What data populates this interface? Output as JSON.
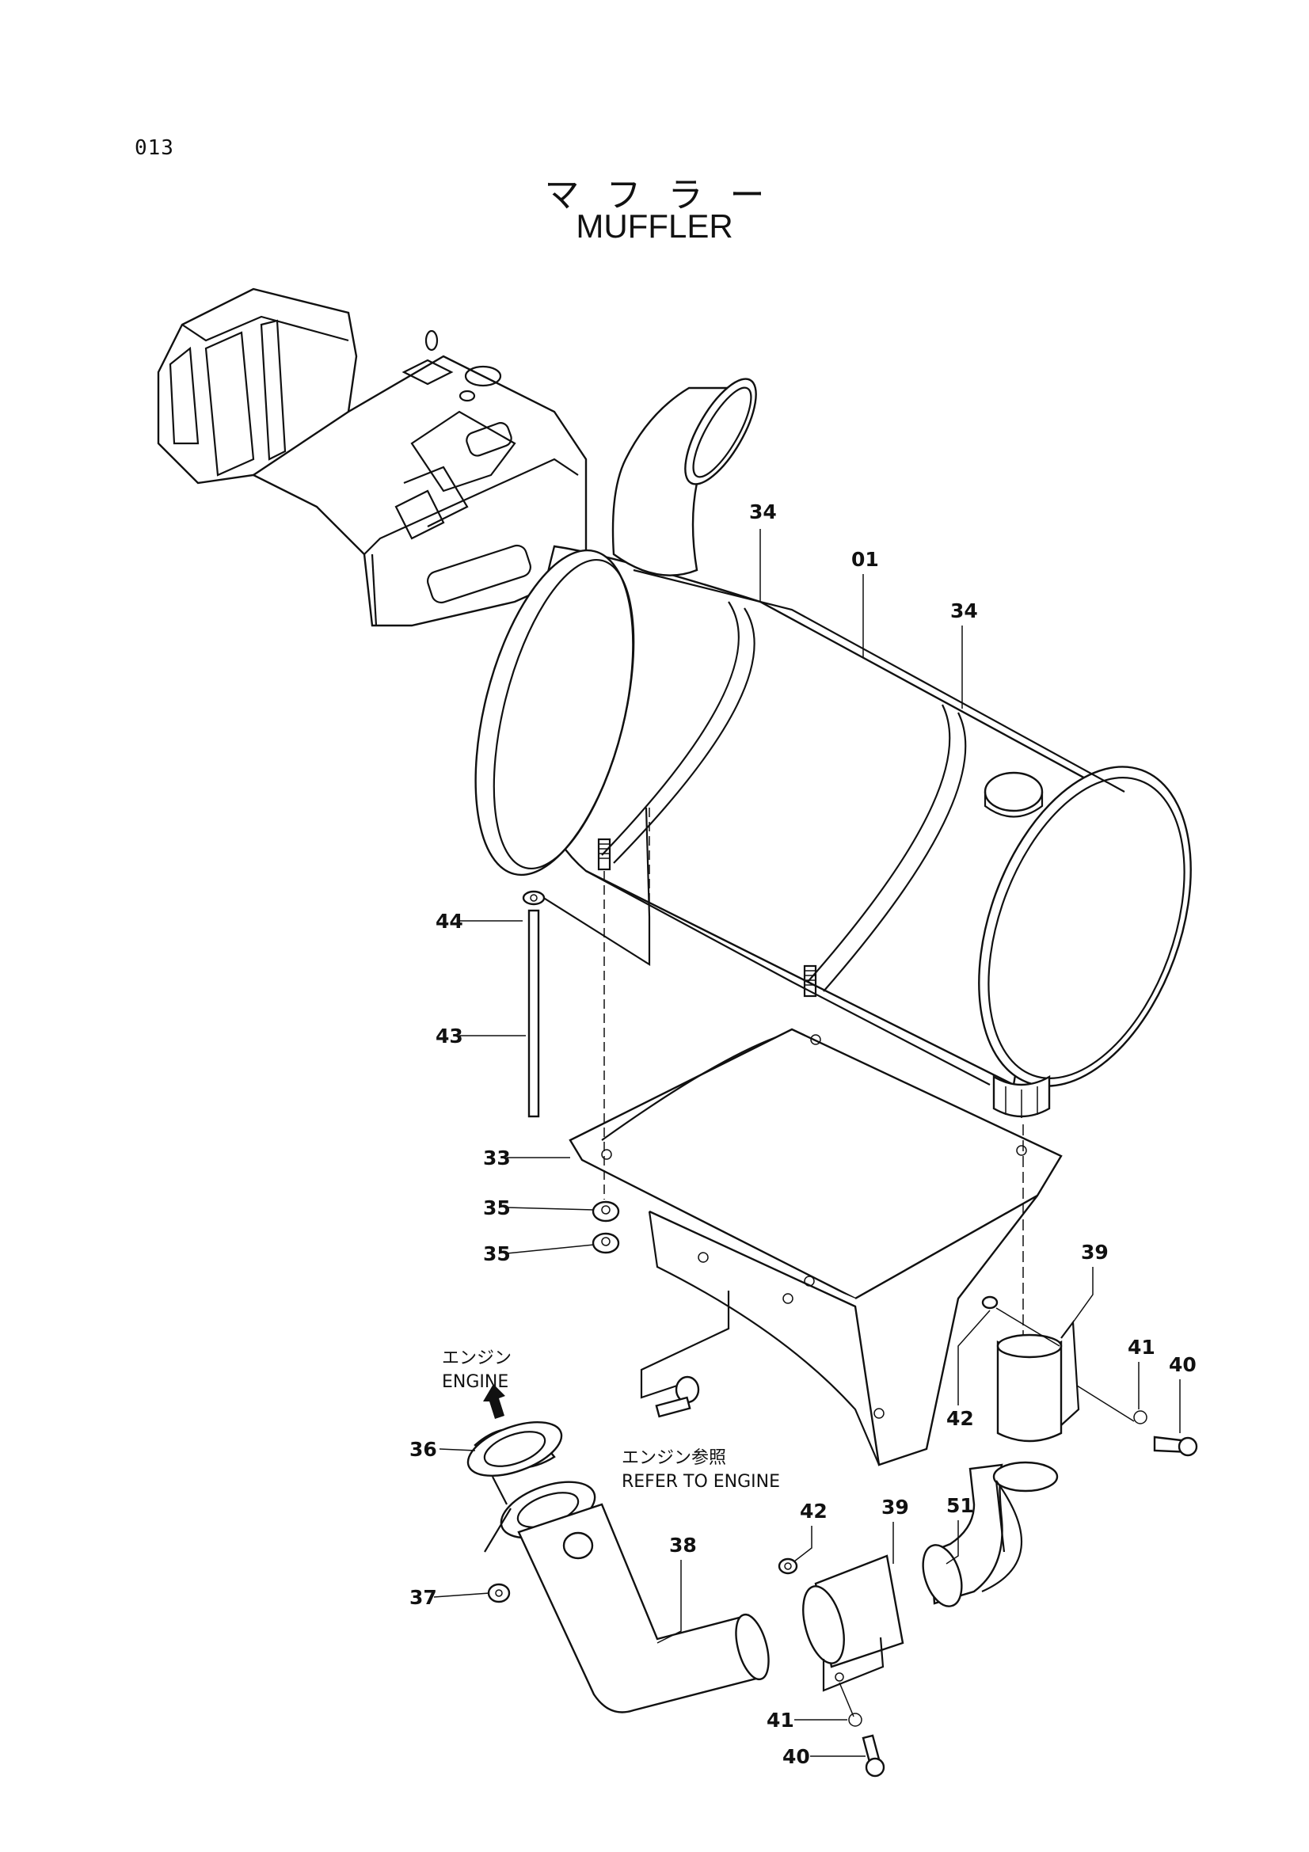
{
  "page": {
    "number": "013"
  },
  "title": {
    "jp": "マフラー",
    "en": "MUFFLER"
  },
  "notes": {
    "engine_jp": "エンジン",
    "engine_en": "ENGINE",
    "refer_jp": "エンジン参照",
    "refer_en": "REFER TO ENGINE"
  },
  "callouts": {
    "c01": "01",
    "c34a": "34",
    "c34b": "34",
    "c44": "44",
    "c43": "43",
    "c33": "33",
    "c35a": "35",
    "c35b": "35",
    "c39a": "39",
    "c41a": "41",
    "c40a": "40",
    "c42a": "42",
    "c36": "36",
    "c37": "37",
    "c38": "38",
    "c42b": "42",
    "c39b": "39",
    "c51": "51",
    "c41b": "41",
    "c40b": "40"
  }
}
